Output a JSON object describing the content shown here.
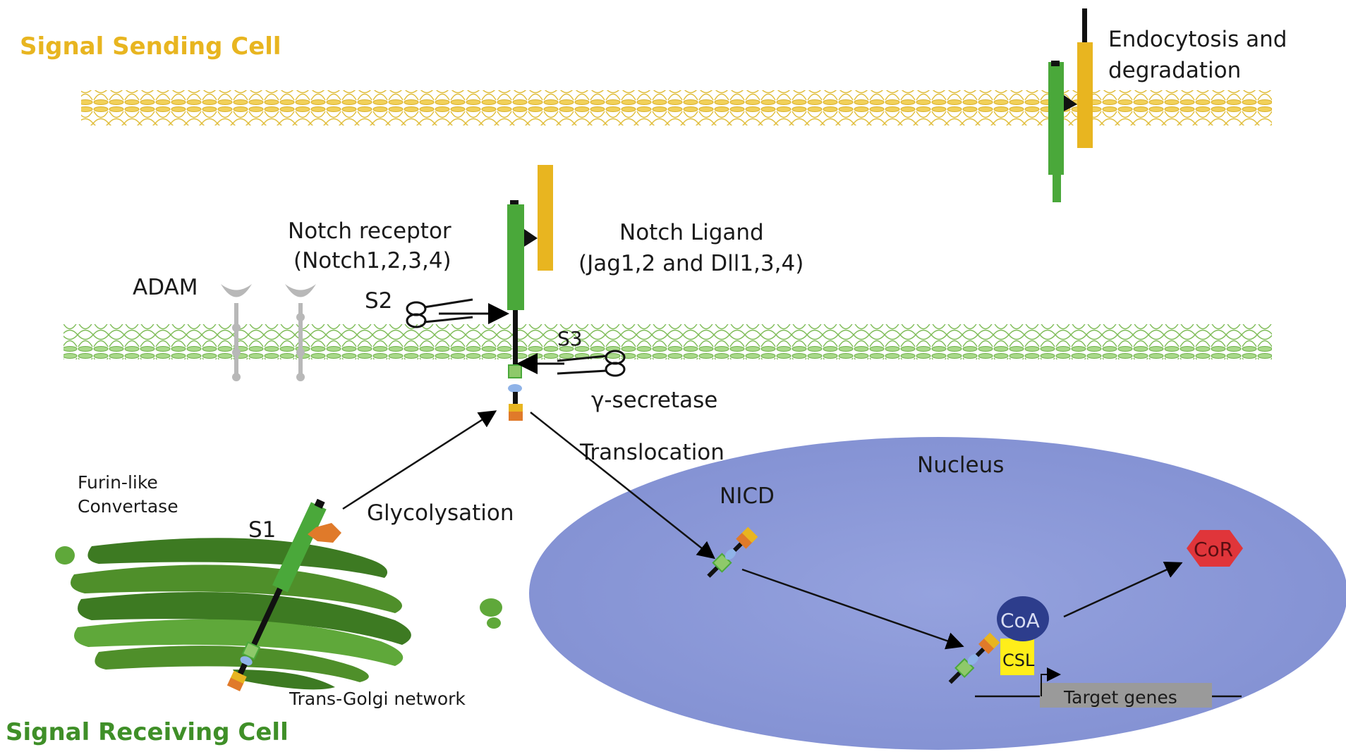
{
  "labels": {
    "signal_sending_cell": "Signal Sending Cell",
    "signal_receiving_cell": "Signal Receiving Cell",
    "endocytosis_line1": "Endocytosis and",
    "endocytosis_line2": "degradation",
    "notch_receptor_line1": "Notch receptor",
    "notch_receptor_line2": "(Notch1,2,3,4)",
    "notch_ligand_line1": "Notch Ligand",
    "notch_ligand_line2": "(Jag1,2 and Dll1,3,4)",
    "adam": "ADAM",
    "s2": "S2",
    "s3": "S3",
    "gamma_secretase": "γ-secretase",
    "translocation": "Translocation",
    "nucleus": "Nucleus",
    "nicd": "NICD",
    "furin_line1": "Furin-like",
    "furin_line2": "Convertase",
    "s1": "S1",
    "glycolysation": "Glycolysation",
    "trans_golgi": "Trans-Golgi network",
    "coa": "CoA",
    "csl": "CSL",
    "cor": "CoR",
    "target_genes": "Target genes"
  },
  "colors": {
    "sending_cell": "#e8b520",
    "receiving_cell": "#3f8f28",
    "receptor_green": "#4aa83a",
    "ligand_yellow": "#e8b520",
    "membrane_yellow": "#f2d15a",
    "membrane_green": "#8ec96a",
    "nucleus_fill": "#8c9ad8",
    "golgi_dark": "#3d7a22",
    "golgi_light": "#5fa83a",
    "adam_grey": "#b8b8b8",
    "coa_fill": "#2d3d8c",
    "csl_fill": "#ffee1a",
    "cor_fill": "#e0353a",
    "target_box": "#9a9a9a",
    "orange": "#e07a2a"
  }
}
